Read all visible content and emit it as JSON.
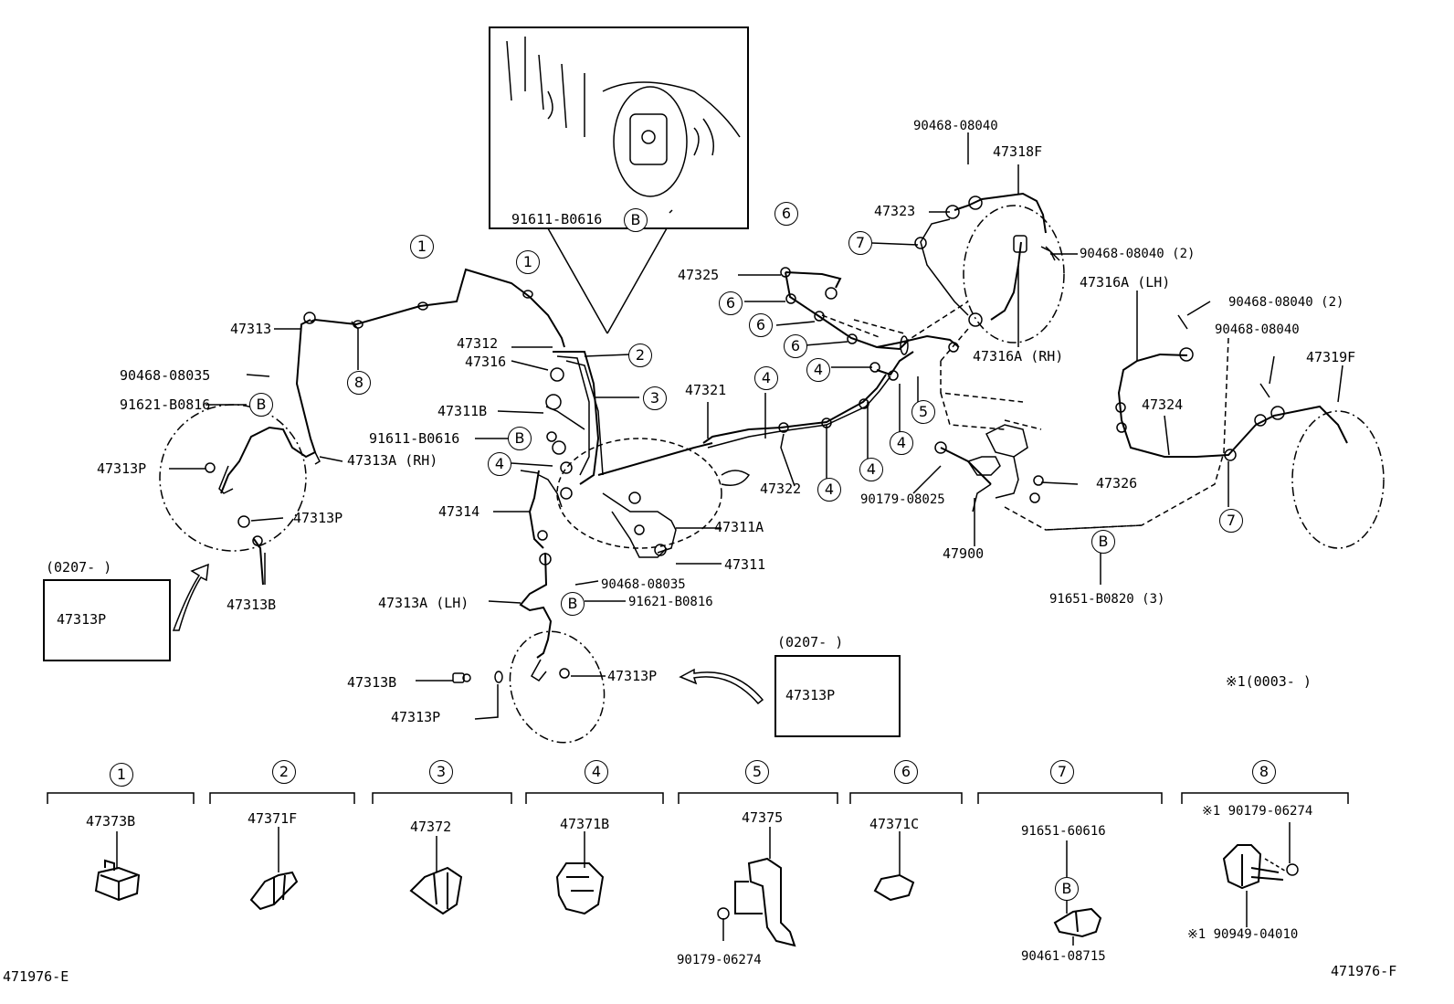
{
  "labels": {
    "p91611_b0616_top": "91611-B0616",
    "p47313": "47313",
    "p90468_08035_l": "90468-08035",
    "p91621_b0816_l": "91621-B0816",
    "p47313p_l1": "47313P",
    "p47313a_rh": "47313A (RH)",
    "p47313p_l2": "47313P",
    "p47313b_l": "47313B",
    "p47312": "47312",
    "p47316": "47316",
    "p47311b": "47311B",
    "p91611_b0616_mid": "91611-B0616",
    "p47314": "47314",
    "p47321": "47321",
    "p47322": "47322",
    "p47311a": "47311A",
    "p47311": "47311",
    "p90468_08035_c": "90468-08035",
    "p91621_b0816_c": "91621-B0816",
    "p47313a_lh": "47313A (LH)",
    "p47313b_c": "47313B",
    "p47313p_c1": "47313P",
    "p47313p_c2": "47313P",
    "p47325": "47325",
    "p90468_08040_t": "90468-08040",
    "p47318f": "47318F",
    "p47323": "47323",
    "p90468_08040_2a": "90468-08040 (2)",
    "p47316a_lh": "47316A (LH)",
    "p47316a_rh": "47316A (RH)",
    "p90468_08040_2b": "90468-08040 (2)",
    "p90468_08040_r": "90468-08040",
    "p47319f": "47319F",
    "p47324": "47324",
    "p90179_08025": "90179-08025",
    "p47326": "47326",
    "p47900": "47900",
    "p91651_b0820": "91651-B0820 (3)",
    "note_x1": "※1(0003-      )",
    "code_left": "471976-E",
    "code_right": "471976-F"
  },
  "callouts": {
    "b": "B",
    "n1": "1",
    "n2": "2",
    "n3": "3",
    "n4": "4",
    "n5": "5",
    "n6": "6",
    "n7": "7",
    "n8": "8"
  },
  "insets": {
    "left_date": "(0207-      )",
    "left_part": "47313P",
    "center_date": "(0207-      )",
    "center_part": "47313P"
  },
  "legend": [
    {
      "num": "1",
      "part": "47373B"
    },
    {
      "num": "2",
      "part": "47371F"
    },
    {
      "num": "3",
      "part": "47372"
    },
    {
      "num": "4",
      "part": "47371B"
    },
    {
      "num": "5",
      "part": "47375",
      "extra": "90179-06274"
    },
    {
      "num": "6",
      "part": "47371C"
    },
    {
      "num": "7",
      "part": "91651-60616",
      "extra": "90461-08715",
      "circle": "B"
    },
    {
      "num": "8",
      "part": "※1 90179-06274",
      "extra": "※1 90949-04010"
    }
  ]
}
